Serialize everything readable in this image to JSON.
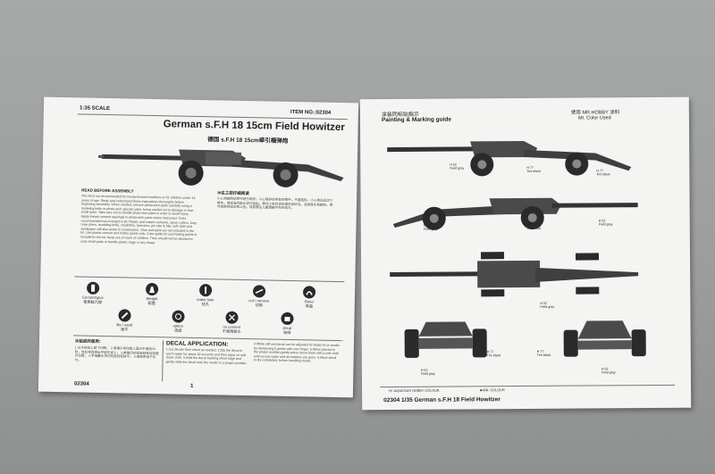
{
  "left": {
    "scale": "1:35 SCALE",
    "item_no": "ITEM NO.:02304",
    "title": "German s.F.H 18 15cm Field Howitzer",
    "title_cn": "德国 s.F.H 18 15cm牵引榴弹炮",
    "read_before": "READ BEFORE ASSEMBLY",
    "read_before_cn": "Ж名之前仔细阅读",
    "instructions_en": "This kit is not recommended for inexperienced modelers or for children under 14 years of age. Study and understand these instructions thoroughly before beginning assembly. When needed, remove photo-etch parts carefully using a modeling knife or photo-etch special cutter, being careful not to damage or lose small parts. Take care not to handle photo-etch parts in order to avoid injury. Apply instant cement sparingly to photo-etch parts where instructed. Tools recommended not included in kit: Plastic and instant cements, sprue cutters, long nose pliers, modeling knife, small files, tweezers, pin vise & bits, soft cloth and sandpaper will also assist in construction. Glue and paint are not included in the kit. Use plastic cement and hobby paints only. Color guide for purchasing paints is included in the kit. Keep out of reach of children. They should not be allowed to suck small parts or handle plastic bags or any sharp.",
    "instructions_cn": "小心地按照说明书进行制作。小心保护好所有的零件，不要丢失。小心地沿边切下零件。用适当的胶水进行粘贴。零件上色时请在通风良好处。选择胶水和颜料。零件组装完成后再上色。请放置在儿童接触不到的地方。",
    "icons": [
      {
        "name": "cement",
        "label": "Cement/glue",
        "label_cn": "使用黏力胶"
      },
      {
        "name": "weight",
        "label": "Weight",
        "label_cn": "配重"
      },
      {
        "name": "drill",
        "label": "make hole",
        "label_cn": "钻孔"
      },
      {
        "name": "cut",
        "label": "cut / remove",
        "label_cn": "切除"
      },
      {
        "name": "bend",
        "label": "Bend",
        "label_cn": "弯曲"
      },
      {
        "name": "file",
        "label": "file / sand",
        "label_cn": "锉平"
      },
      {
        "name": "option",
        "label": "option",
        "label_cn": "选择"
      },
      {
        "name": "no-cement",
        "label": "no cement",
        "label_cn": "不使用胶水"
      },
      {
        "name": "decal",
        "label": "decal",
        "label_cn": "贴纸"
      }
    ],
    "decal_title": "DECAL APPLICATION:",
    "decal_title_cn": "水贴纸的使用：",
    "decal_cn": "1.从水贴纸上剪下印刷； 2.用镊子夹住放入温水中浸泡10秒，然后将其捞出平放在桌上； 3.拿着印花纸轻轻转动至图示位置； 4.手指蘸水将印花纸轻轻抹平； 5.用软布吸干水分。",
    "decal_en_1": "1.Cut decals from sheet as needed. 2.Dip the decal in warm water for about 10 seconds and then place on soft clean cloth. 3.Hold the decal backing sheet edge and gently slide the decal onto the model in a proper position.",
    "decal_en_2": "4.While still wet,decal can be adjusted for better fit on model by dampening it gently with your finger. 5.When placed in the proper position,gently press decal down with a soft cloth until excess water and air bubbles are gone. 6.Allow decal to dry completely before handling model.",
    "footer_code": "02304",
    "page_no": "1"
  },
  "right": {
    "title_cn": "涂装同标贴指示",
    "title": "Painting & Marking guide",
    "paint_cn": "使用  MR.HOBBY 涂料",
    "paint": "Mr. Color Used",
    "callouts": [
      {
        "code": "H 52",
        "label": "Field gray"
      },
      {
        "code": "H 77",
        "label": "Tire black"
      },
      {
        "code": "H 77",
        "label": "Tire black"
      },
      {
        "code": "H 52",
        "label": "Field gray"
      },
      {
        "code": "H 77",
        "label": "Tire black"
      },
      {
        "code": "H 52",
        "label": "Field gray"
      },
      {
        "code": "H 52",
        "label": "Field gray"
      },
      {
        "code": "H 77",
        "label": "Tire black"
      },
      {
        "code": "H 77",
        "label": "Tire black"
      },
      {
        "code": "H 52",
        "label": "Field gray"
      },
      {
        "code": "H 52",
        "label": "Field gray"
      }
    ],
    "legend_aqueous": "AQUEOUS HOBBY COLOUR",
    "legend_mr": "MR. COLOUR",
    "footer": "02304 1/35 German s.F.H 18 Field Howitzer"
  },
  "colors": {
    "background": "#9c9e9e",
    "paper": "#f4f4f2",
    "ink": "#222222"
  }
}
